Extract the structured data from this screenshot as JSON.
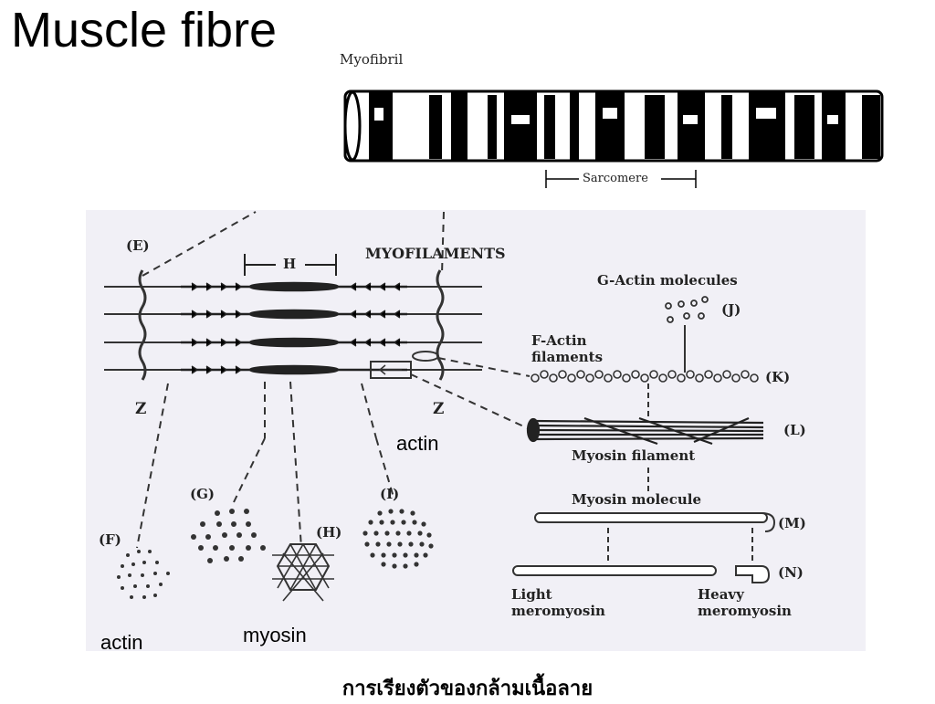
{
  "title": "Muscle fibre",
  "myofibril_label": "Myofibril",
  "sarcomere_label": "Sarcomere",
  "myofilaments": {
    "heading": "MYOFILAMENTS",
    "e": "(E)",
    "h": "H",
    "z_left": "Z",
    "z_right": "Z",
    "g_actin": "G-Actin molecules",
    "j": "(J)",
    "f_actin_1": "F-Actin",
    "f_actin_2": "filaments",
    "k": "(K)",
    "l": "(L)",
    "myosin_filament": "Myosin filament",
    "myosin_molecule": "Myosin molecule",
    "m": "(M)",
    "n": "(N)",
    "light_1": "Light",
    "light_2": "meromyosin",
    "heavy_1": "Heavy",
    "heavy_2": "meromyosin",
    "f": "(F)",
    "g": "(G)",
    "hh": "(H)",
    "i": "(I)"
  },
  "annotations": {
    "actin_top": "actin",
    "actin_bottom": "actin",
    "myosin": "myosin"
  },
  "caption": "การเรียงตัวของกล้ามเนื้อลาย"
}
